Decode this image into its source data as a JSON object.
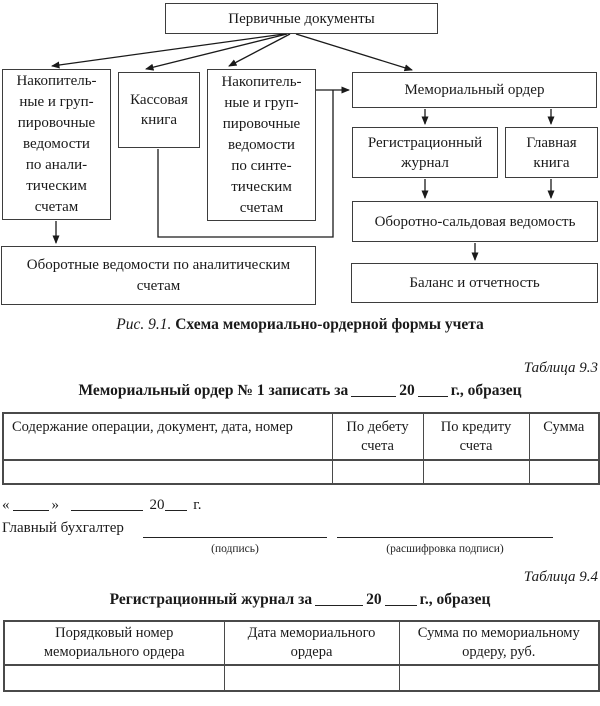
{
  "page": {
    "background": "#ffffff",
    "text_color": "#1a1a1a",
    "line_color": "#3d3d3d"
  },
  "figure": {
    "boxes": {
      "primary_documents": "Первичные документы",
      "accum_analytic_lines": [
        "Накопитель-",
        "ные и груп-",
        "пировочные",
        "ведомости",
        "по анали-",
        "тическим",
        "счетам"
      ],
      "cash_book": "Кассовая книга",
      "accum_synthetic_lines": [
        "Накопитель-",
        "ные и груп-",
        "пировочные",
        "ведомости",
        "по синте-",
        "тическим",
        "счетам"
      ],
      "memorial_order": "Мемориальный ордер",
      "registration_journal": "Регистрационный журнал",
      "general_ledger": "Главная книга",
      "turnover_balance_sheet": "Оборотно-сальдовая ведомость",
      "balance_and_reporting": "Баланс и отчетность",
      "turnover_analytic": "Оборотные ведомости по аналитическим счетам"
    },
    "caption": {
      "prefix": "Рис. 9.1.",
      "text": "Схема мемориально-ордерной формы учета"
    }
  },
  "table_9_3": {
    "tag": "Таблица 9.3",
    "title": {
      "part1": "Мемориальный ордер № 1 записать за",
      "year": "20",
      "part2": "г., образец"
    },
    "headers": {
      "content": "Содержание операции, документ, дата, номер",
      "debit": "По дебету счета",
      "credit": "По кредиту счета",
      "sum": "Сумма"
    },
    "rows": [
      [
        "",
        "",
        "",
        ""
      ]
    ]
  },
  "signature_block": {
    "date_line": {
      "open_quote": "«",
      "close_quote": "»",
      "year": "20",
      "year_suffix": "г."
    },
    "accountant_label": "Главный бухгалтер",
    "signature_hint": "(подпись)",
    "transcript_hint": "(расшифровка подписи)"
  },
  "table_9_4": {
    "tag": "Таблица 9.4",
    "title": {
      "part1": "Регистрационный журнал за",
      "year": "20",
      "part2": "г., образец"
    },
    "headers": {
      "order_number": "Порядковый номер мемориального ордера",
      "order_date": "Дата мемориального ордера",
      "order_sum": "Сумма по мемориальному ордеру, руб."
    },
    "rows": [
      [
        "",
        "",
        ""
      ]
    ]
  }
}
